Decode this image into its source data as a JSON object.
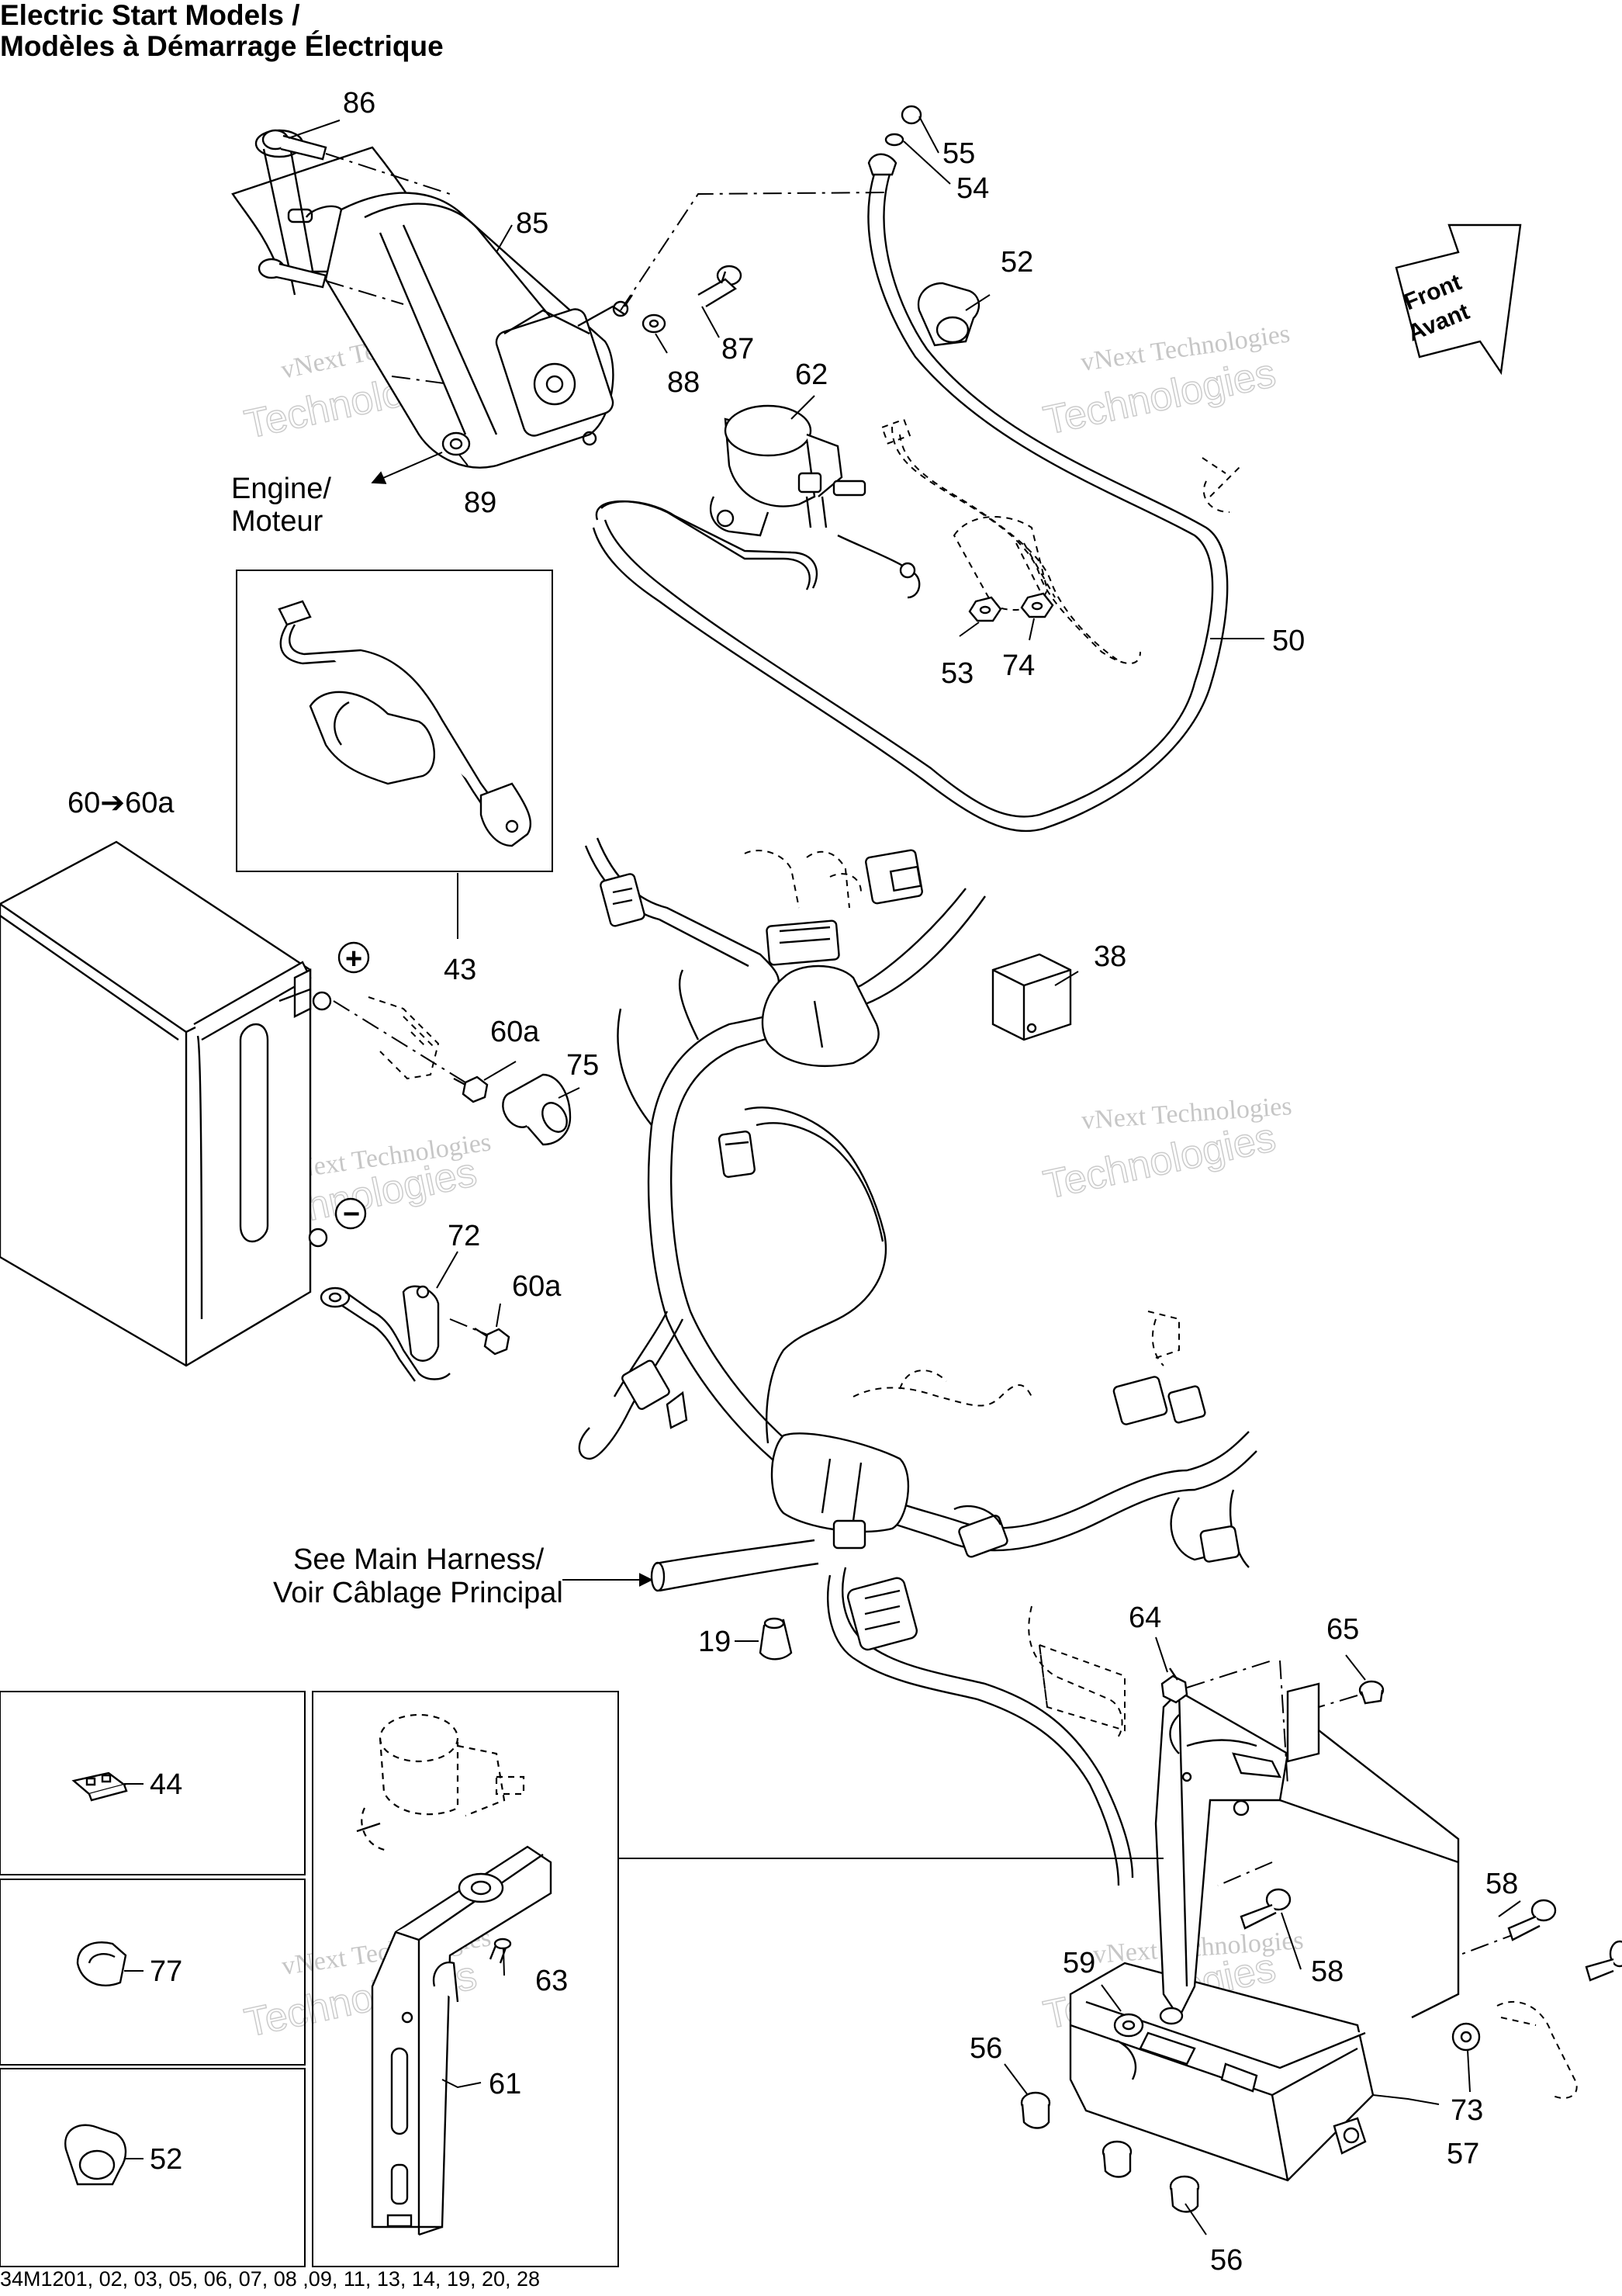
{
  "title": {
    "line1": "Electric Start Models /",
    "line2": "Modèles à Démarrage Électrique"
  },
  "footer": "34M1201, 02, 03, 05, 06, 07, 08 ,09, 11, 13, 14, 19, 20, 28",
  "annotations": {
    "engine": [
      "Engine/",
      "Moteur"
    ],
    "see_main_harness": [
      "See Main Harness/",
      "Voir Câblage Principal"
    ],
    "front": [
      "Front",
      "Avant"
    ],
    "plus": "+",
    "minus": "−"
  },
  "watermark": {
    "line1": "vNext Technologies",
    "line2": "Technologies",
    "line3": "vNext"
  },
  "parts": {
    "p86": "86",
    "p85": "85",
    "p87": "87",
    "p88": "88",
    "p89": "89",
    "p55": "55",
    "p54": "54",
    "p52": "52",
    "p62": "62",
    "p53": "53",
    "p74": "74",
    "p50": "50",
    "p60": "60➔60a",
    "p43": "43",
    "p60a_1": "60a",
    "p75": "75",
    "p38": "38",
    "p72": "72",
    "p60a_2": "60a",
    "p19": "19",
    "p64": "64",
    "p65": "65",
    "p44": "44",
    "p77": "77",
    "p52b": "52",
    "p63": "63",
    "p61": "61",
    "p58a": "58",
    "p58b": "58",
    "p59": "59",
    "p56a": "56",
    "p56b": "56",
    "p73": "73",
    "p57": "57"
  }
}
